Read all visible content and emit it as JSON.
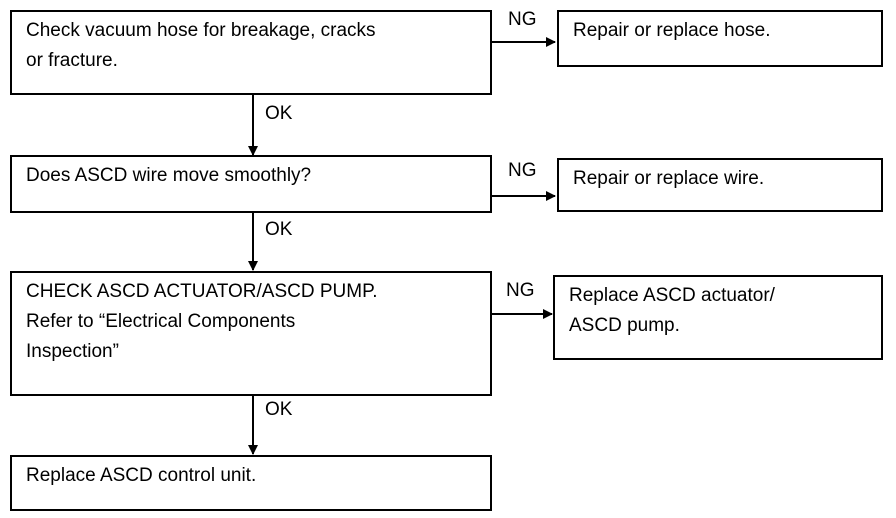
{
  "steps": [
    {
      "check": [
        "Check vacuum hose for breakage, cracks",
        "or fracture."
      ],
      "ng_label": "NG",
      "ng_action": [
        "Repair or replace hose."
      ],
      "ok_label": "OK"
    },
    {
      "check": [
        "Does ASCD wire move smoothly?"
      ],
      "ng_label": "NG",
      "ng_action": [
        "Repair or replace wire."
      ],
      "ok_label": "OK"
    },
    {
      "check": [
        "CHECK ASCD ACTUATOR/ASCD PUMP.",
        "Refer to “Electrical Components",
        "Inspection”"
      ],
      "ng_label": "NG",
      "ng_action": [
        "Replace ASCD actuator/",
        "ASCD pump."
      ],
      "ok_label": "OK"
    }
  ],
  "final": [
    "Replace ASCD control unit."
  ]
}
